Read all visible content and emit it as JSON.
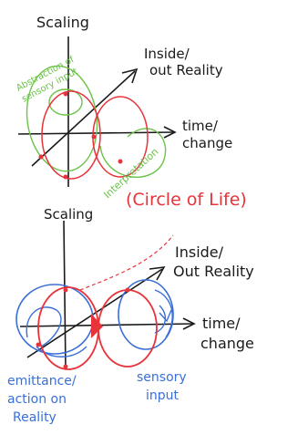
{
  "diagram1": {
    "labels": {
      "scaling": "Scaling",
      "inside_out_line1": "Inside/",
      "inside_out_line2": "out Reality",
      "time_line1": "time/",
      "time_line2": "change",
      "abstraction_line1": "Abstraction of",
      "abstraction_line2": "sensory input",
      "interpretation": "Interpretation"
    }
  },
  "title": "(Circle of Life)",
  "diagram2": {
    "labels": {
      "scaling": "Scaling",
      "inside_out_line1": "Inside/",
      "inside_out_line2": "Out Reality",
      "time_line1": "time/",
      "time_line2": "change",
      "emittance_line1": "emittance/",
      "emittance_line2": "action on",
      "emittance_line3": "Reality",
      "sensory_line1": "sensory",
      "sensory_line2": "input"
    }
  },
  "colors": {
    "ink": "#1a1a1a",
    "red": "#e8333a",
    "green": "#6cc24a",
    "blue": "#3a6fd8"
  }
}
